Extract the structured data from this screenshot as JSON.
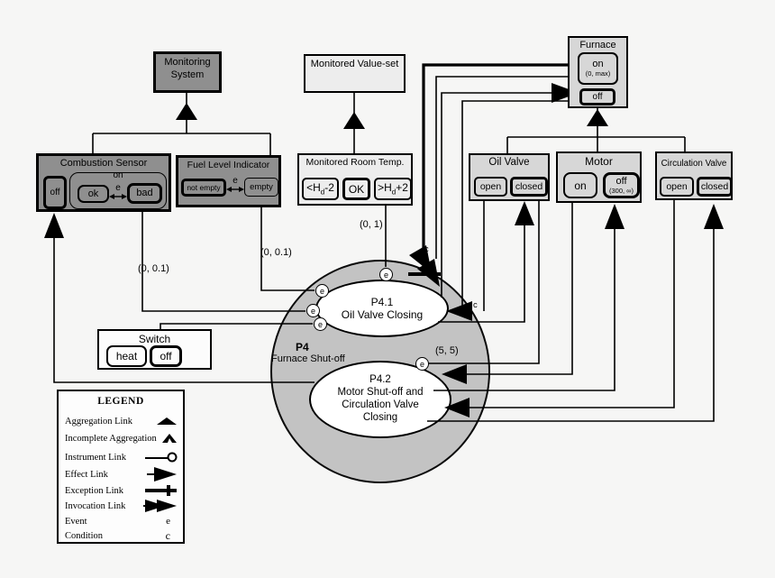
{
  "monitoring_system": {
    "title": "Monitoring System"
  },
  "monitored_value_set": {
    "title": "Monitored Value-set"
  },
  "furnace": {
    "title": "Furnace",
    "on": "on",
    "on_time": "(0, max)",
    "off": "off"
  },
  "combustion_sensor": {
    "title": "Combustion Sensor",
    "off": "off",
    "on": "on",
    "ok": "ok",
    "bad": "bad"
  },
  "fuel_level_indicator": {
    "title": "Fuel Level Indicator",
    "not_empty": "not empty",
    "empty": "empty"
  },
  "monitored_room_temp": {
    "title": "Monitored Room Temp.",
    "low_pre": "<H",
    "low_sub": "d",
    "low_post": "-2",
    "ok": "OK",
    "high_pre": ">H",
    "high_sub": "d",
    "high_post": "+2"
  },
  "oil_valve": {
    "title": "Oil Valve",
    "open": "open",
    "closed": "closed"
  },
  "motor": {
    "title": "Motor",
    "on": "on",
    "off": "off",
    "off_time": "(300, ∞)"
  },
  "circulation_valve": {
    "title": "Circulation Valve",
    "open": "open",
    "closed": "closed"
  },
  "switch": {
    "title": "Switch",
    "heat": "heat",
    "off": "off"
  },
  "process": {
    "id": "P4",
    "name": "Furnace Shut-off",
    "p41": {
      "id": "P4.1",
      "line1": "Oil Valve Closing"
    },
    "p42": {
      "id": "P4.2",
      "line1": "Motor Shut-off and",
      "line2": "Circulation Valve",
      "line3": "Closing"
    }
  },
  "timings": {
    "bad_to_p41": "(0, 0.1)",
    "empty_to_p41": "(0, 0.1)",
    "temp_to_p41": "(0, 1)",
    "closed_to_p42": "(5, 5)"
  },
  "marks": {
    "event": "e",
    "condition": "c"
  },
  "legend": {
    "title": "LEGEND",
    "rows": [
      {
        "label": "Aggregation Link",
        "icon": "aggregation-triangle-icon"
      },
      {
        "label": "Incomplete Aggregation",
        "icon": "incomplete-aggregation-icon"
      },
      {
        "label": "Instrument Link",
        "icon": "instrument-link-icon"
      },
      {
        "label": "Effect Link",
        "icon": "effect-arrow-icon"
      },
      {
        "label": "Exception Link",
        "icon": "exception-cross-icon"
      },
      {
        "label": "Invocation Link",
        "icon": "invocation-double-arrow-icon"
      },
      {
        "label": "Event",
        "icon": "event-e-icon"
      },
      {
        "label": "Condition",
        "icon": "condition-c-icon"
      }
    ]
  }
}
